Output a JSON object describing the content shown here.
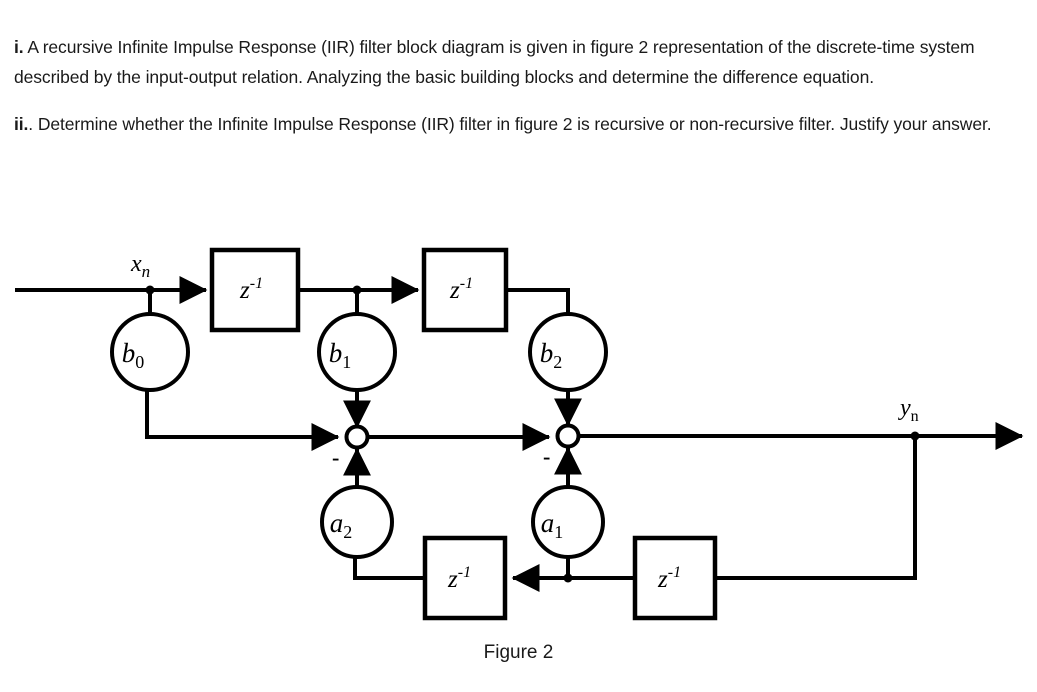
{
  "question": {
    "part_i_lead": "i.",
    "part_i_text": " A recursive Infinite Impulse Response (IIR) filter block diagram is given in figure 2 representation of the discrete-time system described by the input-output relation. Analyzing the basic building blocks and determine the difference equation.",
    "part_ii_lead": "ii.",
    "part_ii_text": ". Determine whether the Infinite Impulse Response (IIR) filter in figure 2 is recursive or non-recursive filter. Justify your answer."
  },
  "figure": {
    "caption": "Figure 2",
    "input_signal": {
      "base": "x",
      "sub": "n"
    },
    "output_signal": {
      "base": "y",
      "sub": "n"
    },
    "delay_blocks": [
      {
        "id": "delay-top-1",
        "base": "z",
        "exp": "-1"
      },
      {
        "id": "delay-top-2",
        "base": "z",
        "exp": "-1"
      },
      {
        "id": "delay-bottom-1",
        "base": "z",
        "exp": "-1"
      },
      {
        "id": "delay-bottom-2",
        "base": "z",
        "exp": "-1"
      }
    ],
    "feedforward_gains": [
      {
        "id": "gain-b0",
        "base": "b",
        "sub": "0"
      },
      {
        "id": "gain-b1",
        "base": "b",
        "sub": "1"
      },
      {
        "id": "gain-b2",
        "base": "b",
        "sub": "2"
      }
    ],
    "feedback_gains": [
      {
        "id": "gain-a2",
        "base": "a",
        "sub": "2"
      },
      {
        "id": "gain-a1",
        "base": "a",
        "sub": "1"
      }
    ],
    "summing_nodes": [
      {
        "id": "sum-node-1",
        "negative_sign": "-"
      },
      {
        "id": "sum-node-2",
        "negative_sign": "-"
      }
    ]
  },
  "colors": {
    "stroke": "#000000",
    "text": "#1a1a1a",
    "background": "#ffffff"
  }
}
